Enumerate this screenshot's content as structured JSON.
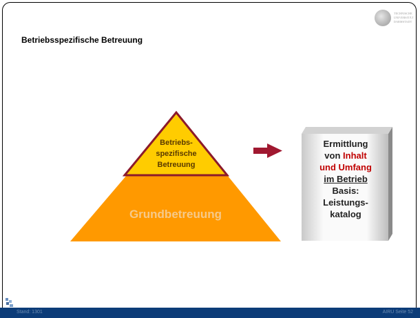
{
  "slide": {
    "title": "Betriebsspezifische Betreuung",
    "logo": {
      "icon": "university-seal-icon",
      "lines": [
        "TECHNISCHE",
        "UNIVERSITÄT",
        "DARMSTADT"
      ]
    }
  },
  "pyramid": {
    "top_label": [
      "Betriebs-",
      "spezifische",
      "Betreuung"
    ],
    "base_label": "Grundbetreuung",
    "colors": {
      "top": "#ffcc00",
      "base": "#ff9900",
      "outline": "#8b1a2b"
    }
  },
  "arrow": {
    "icon": "right-arrow-icon",
    "color": "#a01830"
  },
  "info_box": {
    "line1": "Ermittlung",
    "line2_prefix": "von",
    "line2_highlight": "Inhalt",
    "line3": "und Umfang",
    "line4": "im Betrieb",
    "line5": "Basis:",
    "line6": "Leistungs-",
    "line7": "katalog"
  },
  "footer": {
    "left": "Stand: 1301",
    "right": "AIRU Seite 52"
  }
}
